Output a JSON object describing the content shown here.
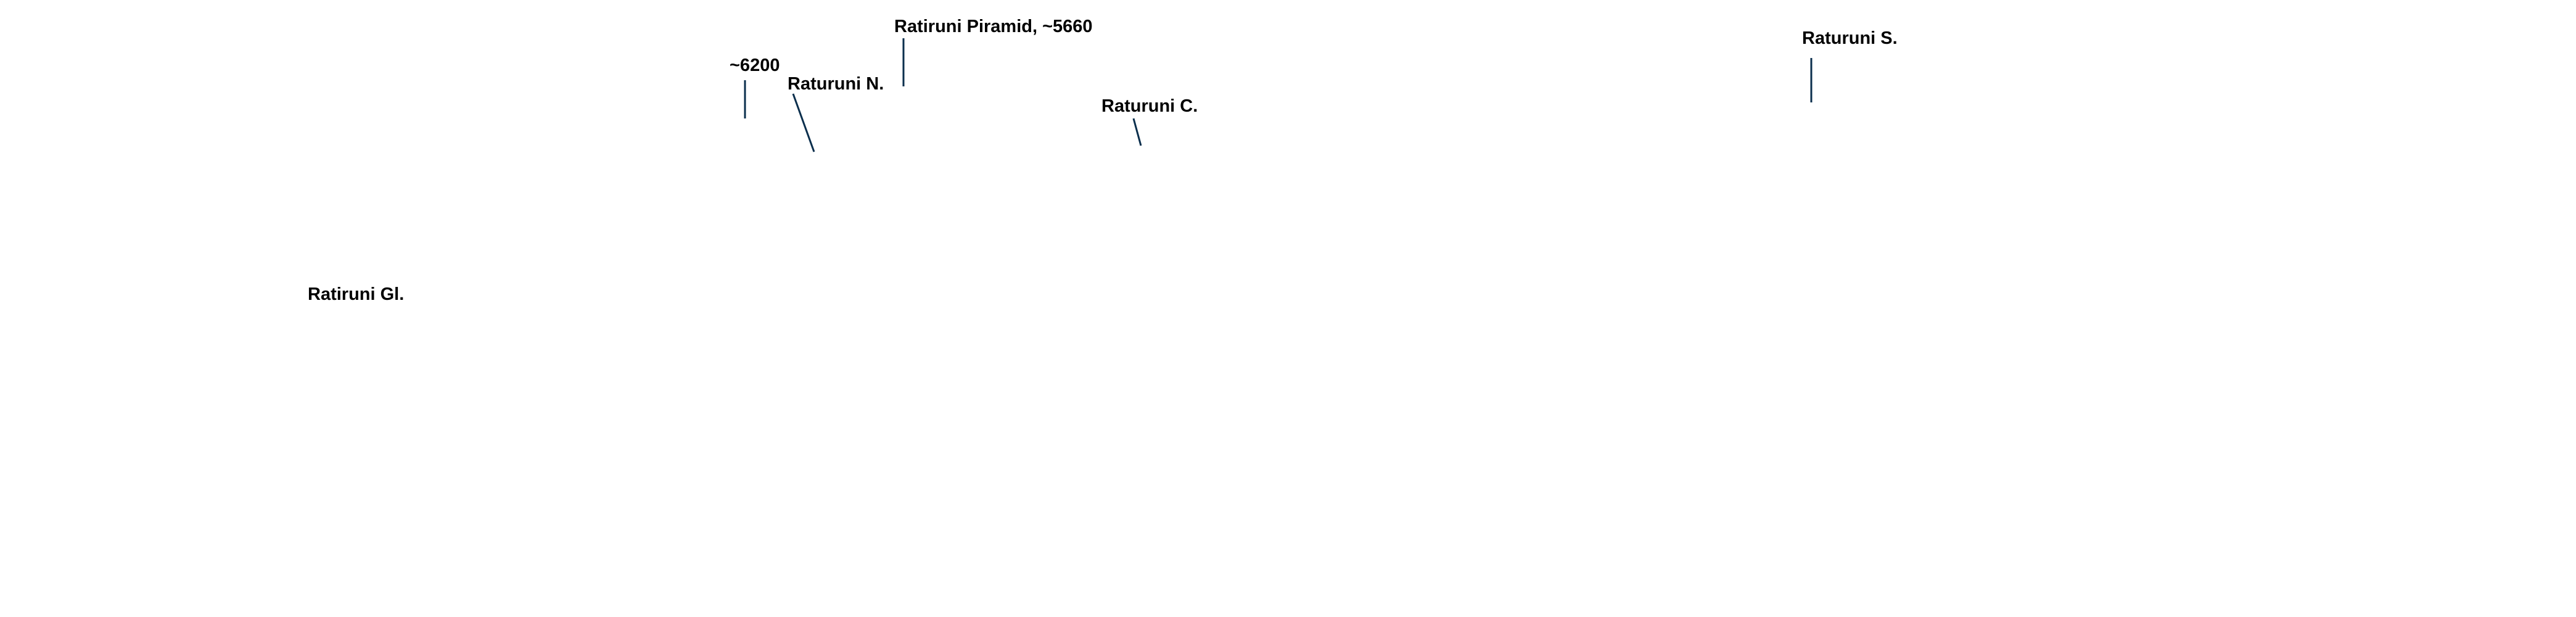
{
  "labels": {
    "ratiruni_piramid": "Ratiruni Piramid, ~5660",
    "peak_6200": "~6200",
    "raturuni_n": "Raturuni N.",
    "raturuni_c": "Raturuni C.",
    "raturuni_s": "Raturuni S.",
    "ratiruni_gl": "Ratiruni Gl."
  },
  "colors": {
    "leader_line": "#0b2f4d",
    "text": "#000000",
    "background": "#ffffff"
  }
}
